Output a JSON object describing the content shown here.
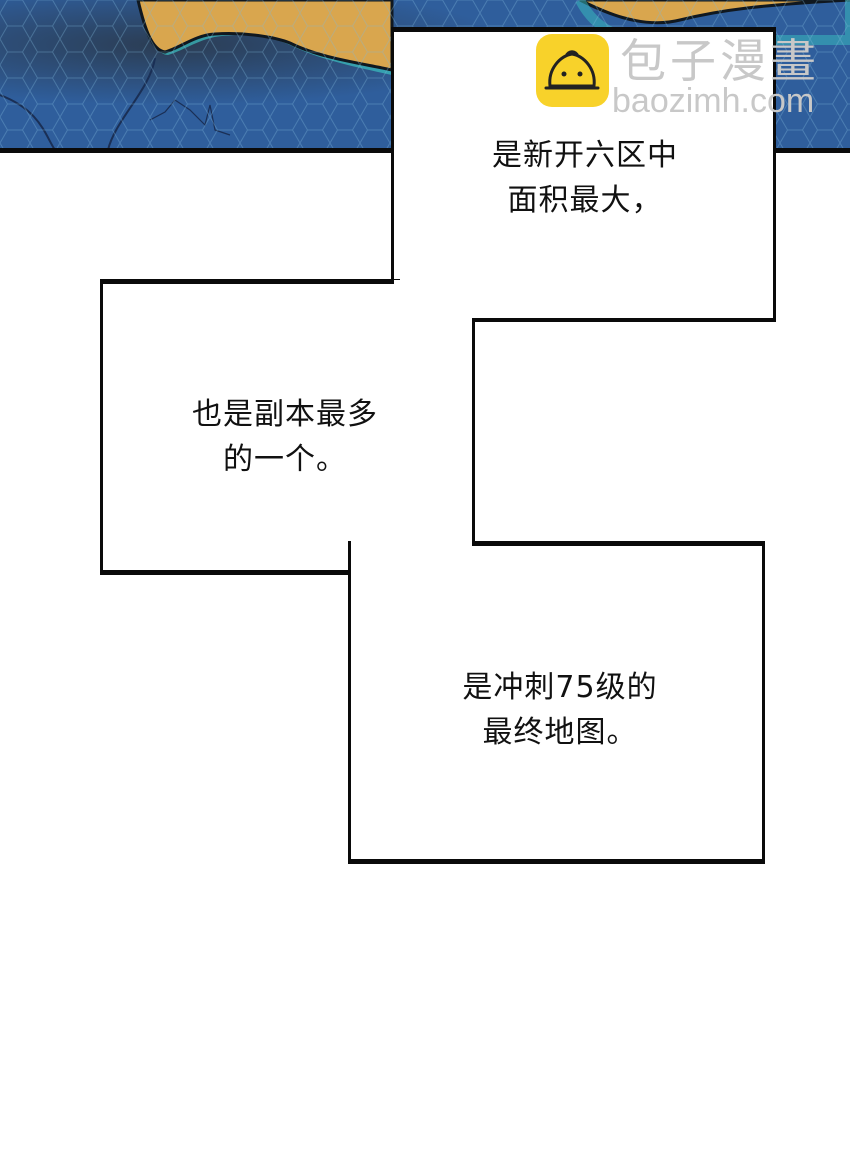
{
  "scene": {
    "type": "manga-panel",
    "top_strip": "fantasy-map-with-hex-grid",
    "colors": {
      "sea": "#2f5e9c",
      "land": "#d9a64e",
      "coast": "#3ac0c0",
      "border": "#0a0a0a",
      "panel_bg": "#ffffff"
    }
  },
  "watermark": {
    "brand": "包子漫畫",
    "url": "baozimh.com",
    "logo_color": "#f8d22a"
  },
  "captions": [
    {
      "text": "是新开六区中\n面积最大，"
    },
    {
      "text": "也是副本最多\n的一个。"
    },
    {
      "text": "是冲刺75级的\n最终地图。"
    }
  ]
}
